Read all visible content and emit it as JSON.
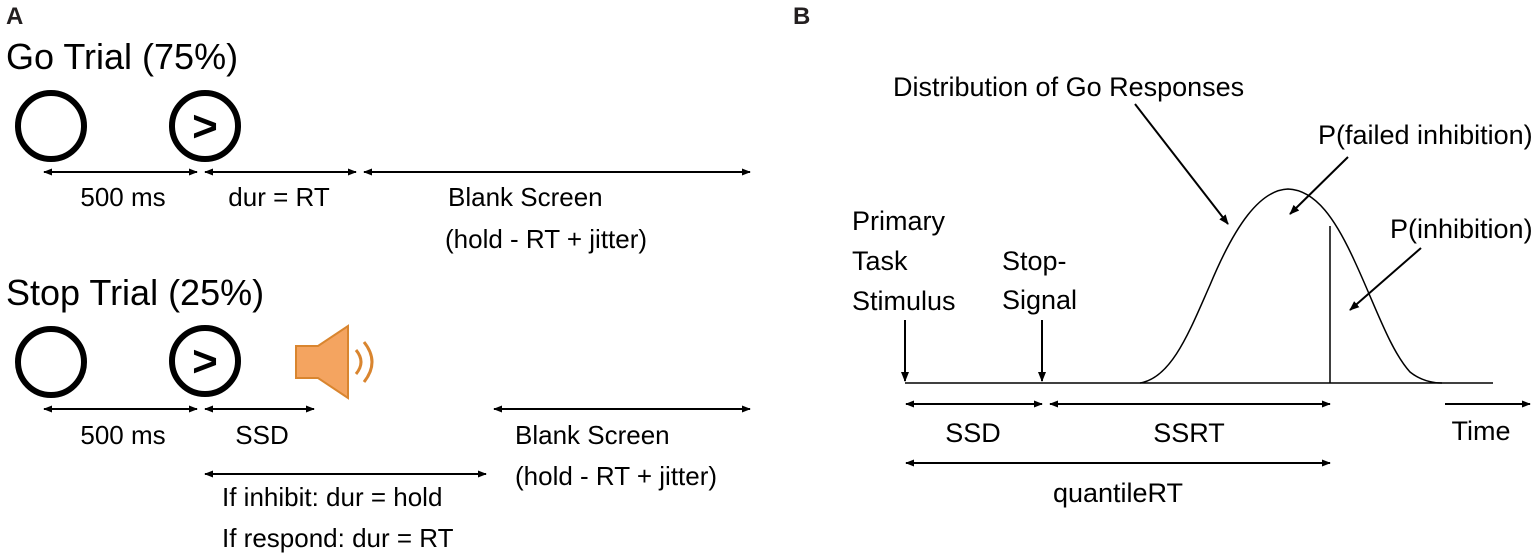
{
  "panel_a": {
    "label": "A",
    "go_trial": {
      "title": "Go Trial (75%)",
      "interval_1": "500 ms",
      "interval_2": "dur = RT",
      "blank_line1": "Blank Screen",
      "blank_line2": "(hold - RT + jitter)"
    },
    "stop_trial": {
      "title": "Stop Trial (25%)",
      "interval_1": "500 ms",
      "interval_2": "SSD",
      "blank_line1": "Blank Screen",
      "blank_line2": "(hold - RT + jitter)",
      "inhibit_line": "If inhibit: dur = hold",
      "respond_line": "If respond: dur = RT"
    },
    "stimulus_symbol": ">",
    "icons": [
      "circle-icon",
      "go-arrow-icon",
      "speaker-icon"
    ],
    "colors": {
      "speaker_fill": "#f4a460",
      "speaker_stroke": "#d9852f",
      "sound_waves": "#d9852f"
    }
  },
  "panel_b": {
    "label": "B",
    "distribution_label": "Distribution of Go Responses",
    "failed_inhibition": "P(failed inhibition)",
    "inhibition": "P(inhibition)",
    "primary_line1": "Primary",
    "primary_line2": "Task",
    "primary_line3": "Stimulus",
    "stop_line1": "Stop-",
    "stop_line2": "Signal",
    "ssd": "SSD",
    "ssrt": "SSRT",
    "time": "Time",
    "quantile": "quantileRT"
  }
}
